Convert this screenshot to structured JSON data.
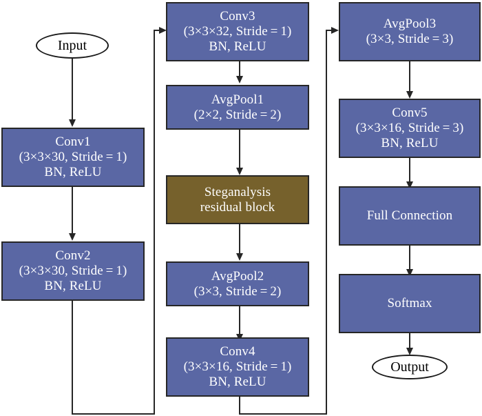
{
  "diagram": {
    "title": "Steganalysis CNN architecture flowchart",
    "colors": {
      "conv_block": "#5A67A4",
      "residual_block": "#76612C",
      "stroke": "#262626",
      "text": "#FFFFFF",
      "terminal_fill": "#FFFFFF",
      "terminal_text": "#000000",
      "background": "#FFFFFF"
    },
    "terminals": [
      {
        "id": "input",
        "label": "Input"
      },
      {
        "id": "output",
        "label": "Output"
      }
    ],
    "nodes": [
      {
        "id": "conv1",
        "kind": "conv_block",
        "lines": [
          "Conv1",
          "(3×3×30, Stride = 1)",
          "BN, ReLU"
        ]
      },
      {
        "id": "conv2",
        "kind": "conv_block",
        "lines": [
          "Conv2",
          "(3×3×30, Stride = 1)",
          "BN, ReLU"
        ]
      },
      {
        "id": "conv3",
        "kind": "conv_block",
        "lines": [
          "Conv3",
          "(3×3×32, Stride = 1)",
          "BN, ReLU"
        ]
      },
      {
        "id": "avgpool1",
        "kind": "conv_block",
        "lines": [
          "AvgPool1",
          "(2×2, Stride = 2)"
        ]
      },
      {
        "id": "residual",
        "kind": "residual_block",
        "lines": [
          "Steganalysis",
          "residual block"
        ]
      },
      {
        "id": "avgpool2",
        "kind": "conv_block",
        "lines": [
          "AvgPool2",
          "(3×3, Stride = 2)"
        ]
      },
      {
        "id": "conv4",
        "kind": "conv_block",
        "lines": [
          "Conv4",
          "(3×3×16, Stride = 1)",
          "BN, ReLU"
        ]
      },
      {
        "id": "avgpool3",
        "kind": "conv_block",
        "lines": [
          "AvgPool3",
          "(3×3, Stride = 3)"
        ]
      },
      {
        "id": "conv5",
        "kind": "conv_block",
        "lines": [
          "Conv5",
          "(3×3×16, Stride = 3)",
          "BN, ReLU"
        ]
      },
      {
        "id": "fc",
        "kind": "conv_block",
        "lines": [
          "Full Connection"
        ]
      },
      {
        "id": "softmax",
        "kind": "conv_block",
        "lines": [
          "Softmax"
        ]
      }
    ],
    "flow_order": [
      "Input",
      "Conv1",
      "Conv2",
      "Conv3",
      "AvgPool1",
      "Steganalysis residual block",
      "AvgPool2",
      "Conv4",
      "AvgPool3",
      "Conv5",
      "Full Connection",
      "Softmax",
      "Output"
    ]
  }
}
